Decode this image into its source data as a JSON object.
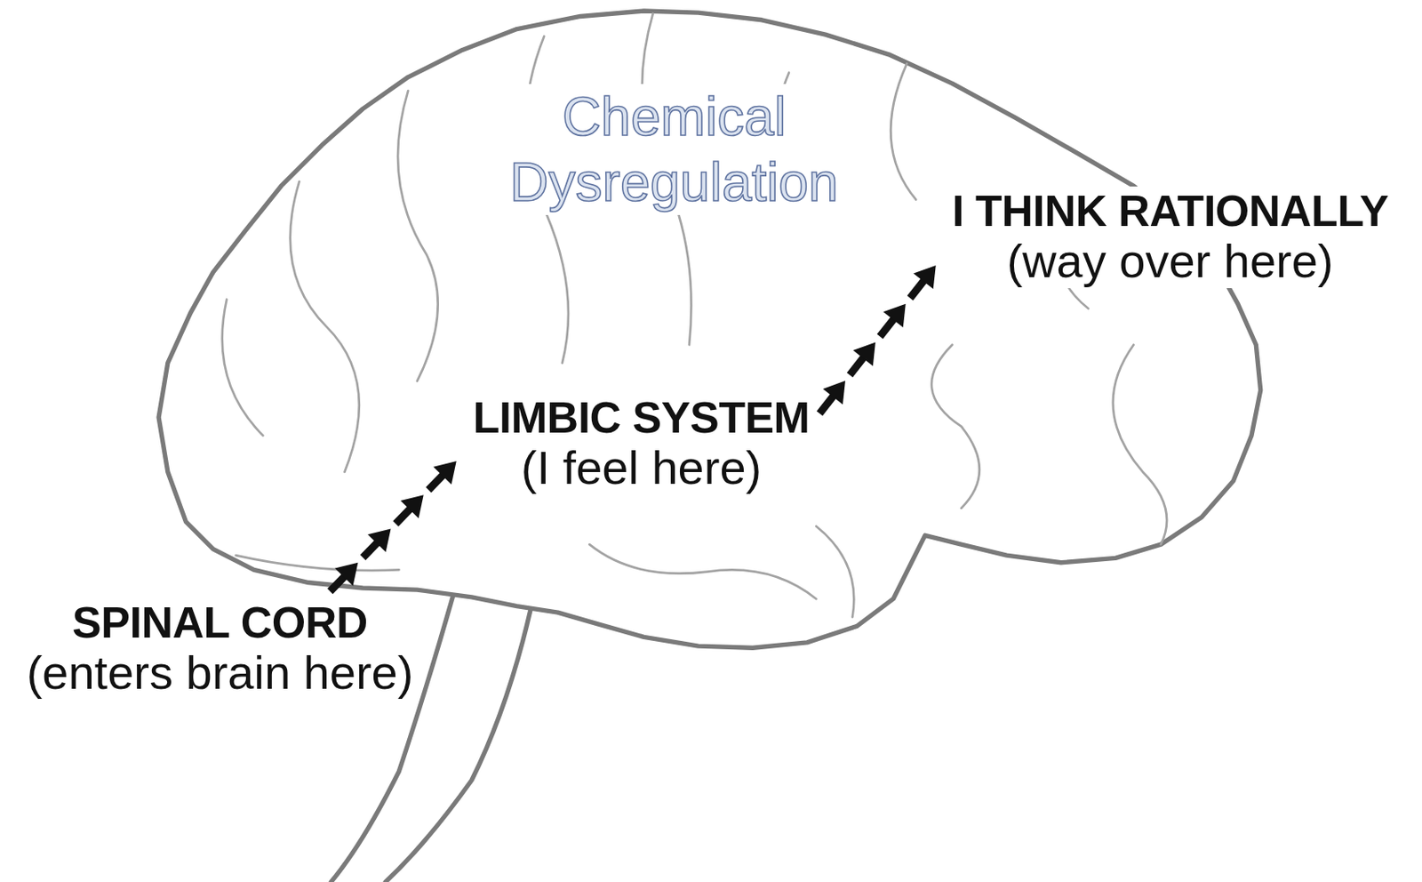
{
  "diagram": {
    "nodes": [
      {
        "text": [
          "SPINAL CORD",
          "(enters brain here)"
        ]
      },
      {
        "text": [
          "LIMBIC SYSTEM",
          "(I feel here)"
        ]
      },
      {
        "text": [
          "I THINK RATIONALLY",
          "(way over here)"
        ]
      }
    ],
    "edges": [
      {
        "from": 0,
        "to": 1,
        "arrow": "to"
      },
      {
        "from": 1,
        "to": 2,
        "arrow": "to"
      }
    ],
    "labels": [
      "Chemical Dysregulation"
    ]
  }
}
